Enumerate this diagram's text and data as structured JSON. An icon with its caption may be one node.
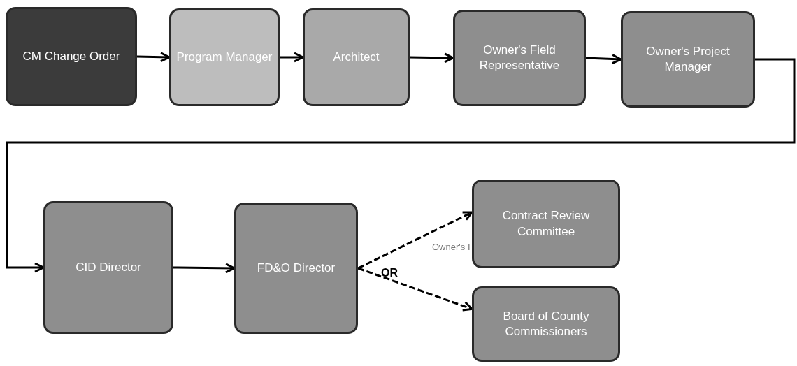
{
  "diagram": {
    "nodes": [
      {
        "text": [
          "CM Change Order"
        ]
      },
      {
        "text": [
          "Program Manager"
        ]
      },
      {
        "text": [
          "Architect"
        ]
      },
      {
        "text": [
          "Owner's Field Representative"
        ]
      },
      {
        "text": [
          "Owner's Project Manager"
        ]
      },
      {
        "text": [
          "CID Director"
        ]
      },
      {
        "text": [
          "FD&O Director"
        ]
      },
      {
        "text": [
          "Contract Review Committee"
        ]
      },
      {
        "text": [
          "Board of County Commissioners"
        ]
      }
    ],
    "edges": [
      {
        "from": 0,
        "to": 1,
        "arrow": "to"
      },
      {
        "from": 1,
        "to": 2,
        "arrow": "to"
      },
      {
        "from": 2,
        "to": 3,
        "arrow": "to"
      },
      {
        "from": 3,
        "to": 4,
        "arrow": "to"
      },
      {
        "from": 4,
        "to": 5,
        "arrow": "to"
      },
      {
        "from": 5,
        "to": 6,
        "arrow": "to"
      },
      {
        "from": 6,
        "to": 7,
        "arrow": "to",
        "style": "dashed"
      },
      {
        "from": 6,
        "to": 8,
        "arrow": "to",
        "style": "dashed"
      }
    ],
    "labels": [
      "Owner's I",
      "OR"
    ]
  }
}
